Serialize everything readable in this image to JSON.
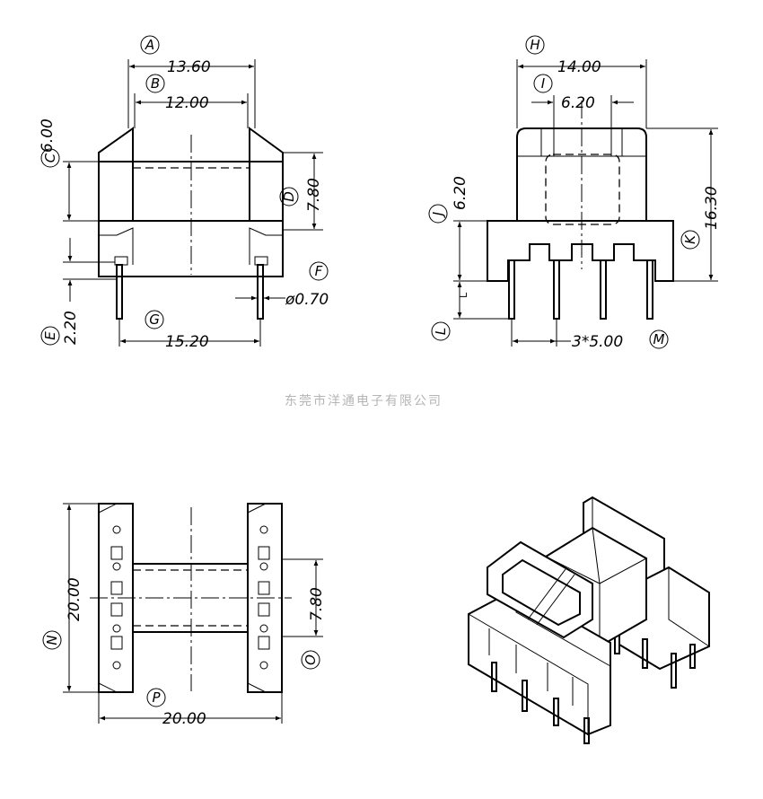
{
  "views": {
    "front": {
      "labels": {
        "A": "A",
        "B": "B",
        "C": "C",
        "D": "D",
        "E": "E",
        "F": "F",
        "G": "G"
      },
      "dims": {
        "A": "13.60",
        "B": "12.00",
        "C": "6.00",
        "D": "7.80",
        "E": "2.20",
        "F": "ø0.70",
        "G": "15.20"
      }
    },
    "side": {
      "labels": {
        "H": "H",
        "I": "I",
        "J": "J",
        "K": "K",
        "L": "L",
        "M": "M"
      },
      "dims": {
        "H": "14.00",
        "I": "6.20",
        "J": "6.20",
        "K": "16.30",
        "L": "L",
        "M": "3*5.00"
      }
    },
    "top": {
      "labels": {
        "N": "N",
        "O": "O",
        "P": "P"
      },
      "dims": {
        "N": "20.00",
        "O": "7.80",
        "P": "20.00"
      }
    }
  },
  "watermark": "东莞市洋通电子有限公司"
}
